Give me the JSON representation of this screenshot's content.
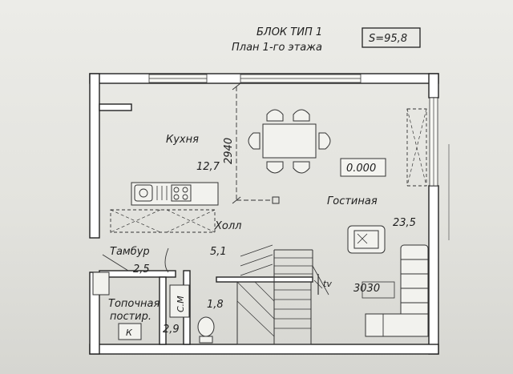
{
  "header": {
    "title_line1": "БЛОК ТИП 1",
    "title_line2": "План 1-го этажа",
    "area": "S=95,8"
  },
  "rooms": {
    "kitchen": {
      "name": "Кухня",
      "area": "12,7"
    },
    "living": {
      "name": "Гостиная",
      "area": "23,5"
    },
    "hall": {
      "name": "Холл",
      "area": "5,1"
    },
    "vestibule": {
      "name": "Тамбур",
      "area": "2,5"
    },
    "boiler": {
      "name_line1": "Топочная",
      "name_line2": "постир.",
      "area": "2,9"
    },
    "wc": {
      "area": "1,8"
    }
  },
  "annotations": {
    "dimension": "2940",
    "level_mark": "0.000",
    "tv": "tv",
    "sofa_length": "3030",
    "sm": "С.М",
    "boiler_tag": "К"
  },
  "colors": {
    "ink": "#1e1e1e",
    "paper": "#ecece8",
    "wall_fill": "#ffffff"
  }
}
